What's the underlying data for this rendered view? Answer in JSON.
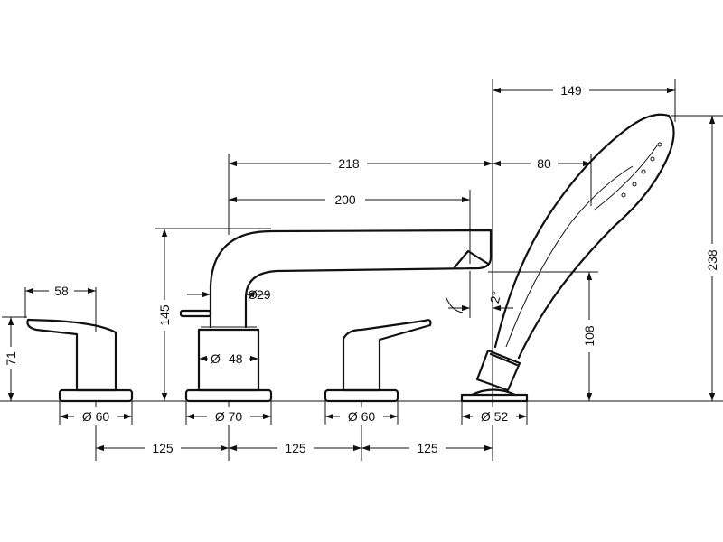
{
  "dimensions": {
    "lever_width": "58",
    "lever_height": "71",
    "spout_height": "145",
    "spout_reach_outer": "218",
    "spout_reach_inner": "200",
    "spout_diameter": "29",
    "spout_base_diameter": "48",
    "base_left": "Ø 60",
    "base_spout": "Ø 70",
    "base_right": "Ø 60",
    "base_shower": "Ø 52",
    "spacing_1": "125",
    "spacing_2": "125",
    "spacing_3": "125",
    "shower_reach_total": "149",
    "shower_reach_head": "80",
    "shower_height_total": "238",
    "shower_holder_height": "108",
    "tilt_angle": "2°"
  }
}
